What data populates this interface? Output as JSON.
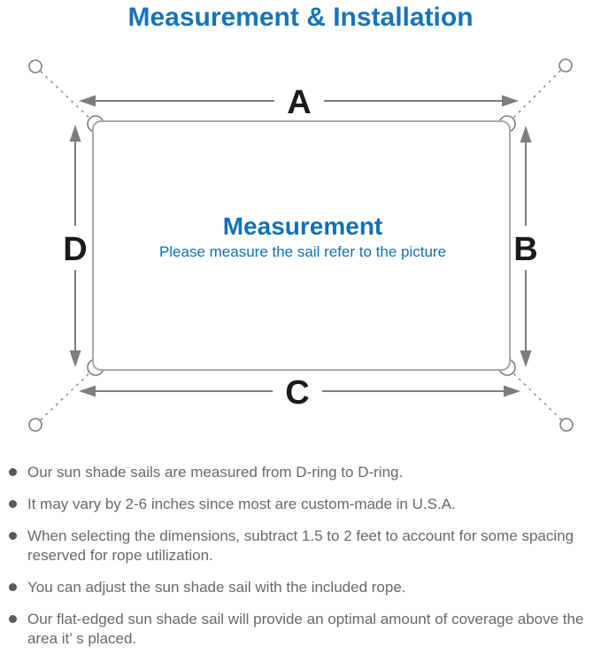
{
  "title": "Measurement & Installation",
  "diagram": {
    "labels": {
      "top": "A",
      "right": "B",
      "bottom": "C",
      "left": "D"
    },
    "center_title": "Measurement",
    "center_subtitle": "Please measure the sail refer to the picture",
    "colors": {
      "accent_blue": "#1574ba",
      "center_blue": "#1070b5",
      "label_black": "#1a1a1a",
      "arrow_gray": "#7d7d7d",
      "border_gray": "#a9a9a9"
    }
  },
  "notes": {
    "items": [
      "Our sun shade sails are measured from D-ring to D-ring.",
      "It may vary by 2-6 inches since most are custom-made in U.S.A.",
      "When selecting the dimensions, subtract 1.5 to 2 feet to account for some spacing reserved for rope utilization.",
      "You can adjust the sun shade sail with the included rope.",
      "Our flat-edged sun shade sail will provide an optimal amount of coverage above the area it’ s placed."
    ]
  }
}
